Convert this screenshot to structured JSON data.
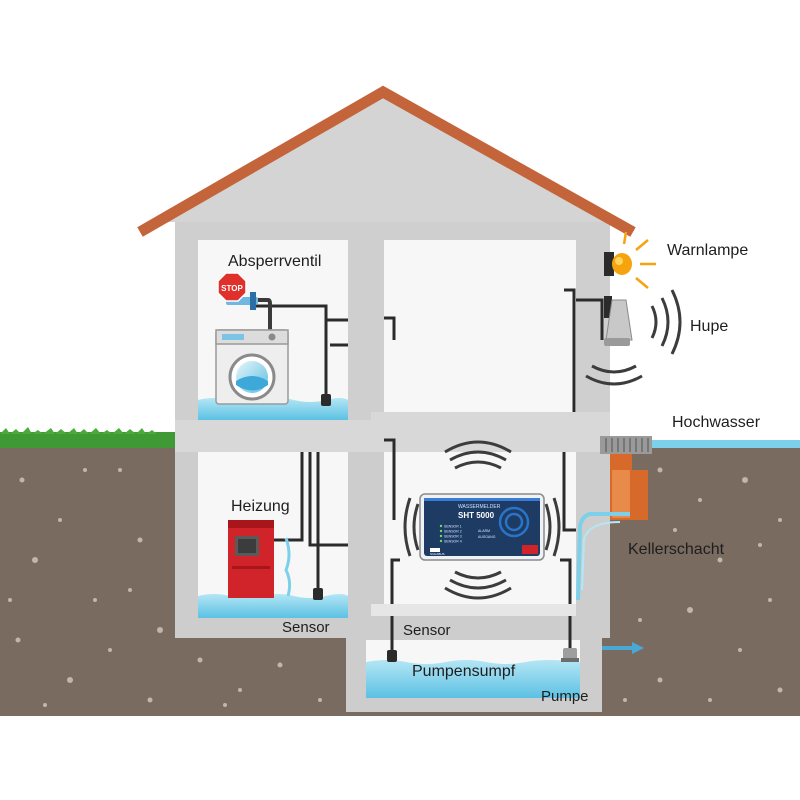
{
  "labels": {
    "absperrventil": "Absperrventil",
    "warnlampe": "Warnlampe",
    "hupe": "Hupe",
    "hochwasser": "Hochwasser",
    "heizung": "Heizung",
    "kellerschacht": "Kellerschacht",
    "sensor_left": "Sensor",
    "sensor_mid": "Sensor",
    "pumpensumpf": "Pumpensumpf",
    "pumpe": "Pumpe"
  },
  "stop_sign": {
    "text": "STOP"
  },
  "device": {
    "header": "WASSERMELDER",
    "model": "SHT 5000",
    "rows": [
      "SENSOR 1",
      "SENSOR 2",
      "SENSOR 3",
      "SENSOR 4"
    ],
    "side": [
      "ALARM",
      "AUSGANG"
    ],
    "footer": "SCHABUS"
  },
  "colors": {
    "roof": "#c4643a",
    "wall": "#cfcfcf",
    "room": "#f7f7f7",
    "water": "#7dd0ea",
    "soil": "#7a6b60",
    "grass": "#3f9a35",
    "heater": "#d0232a",
    "device": "#1d3b63",
    "lamp": "#f5a30f",
    "shaft": "#d76a2a"
  }
}
